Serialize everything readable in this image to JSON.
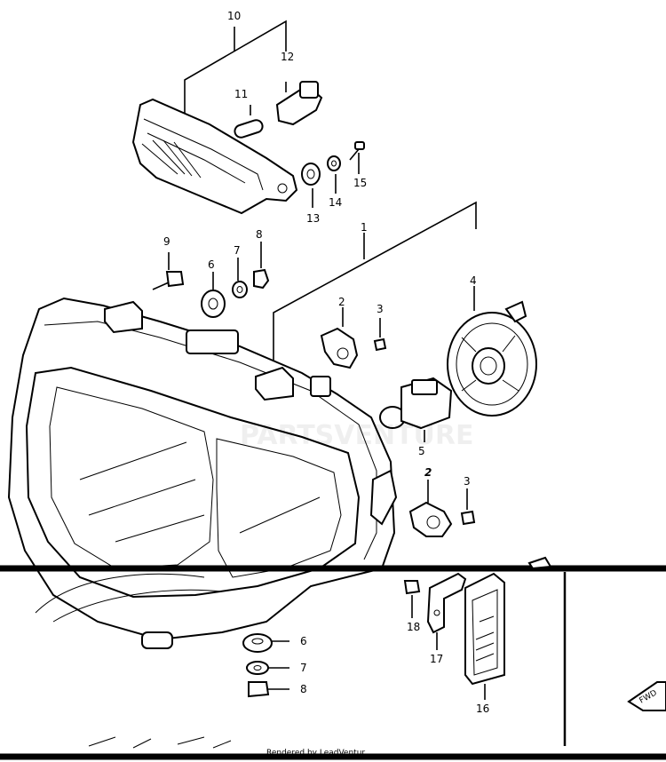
{
  "diagram": {
    "callouts": {
      "c1": "1",
      "c2a": "2",
      "c2b": "2",
      "c3a": "3",
      "c3b": "3",
      "c4": "4",
      "c5": "5",
      "c6a": "6",
      "c6b": "6",
      "c7a": "7",
      "c7b": "7",
      "c8a": "8",
      "c8b": "8",
      "c9": "9",
      "c10": "10",
      "c11": "11",
      "c12": "12",
      "c13": "13",
      "c14": "14",
      "c15": "15",
      "c16": "16",
      "c17": "17",
      "c18": "18"
    },
    "watermark": "PARTSVENTURE",
    "footer": "Rendered by LeadVentur",
    "fwd_label": "FWD"
  }
}
